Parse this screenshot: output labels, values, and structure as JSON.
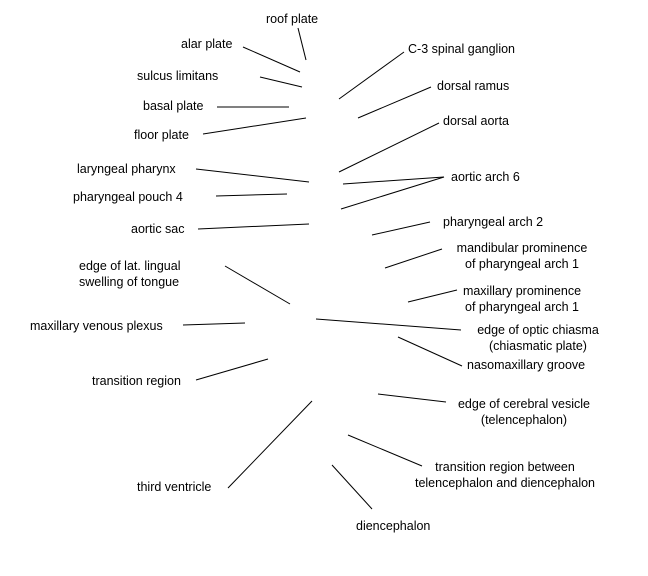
{
  "labels": {
    "roof_plate": "roof plate",
    "alar_plate": "alar plate",
    "sulcus_limitans": "sulcus limitans",
    "basal_plate": "basal plate",
    "floor_plate": "floor plate",
    "laryngeal_pharynx": "laryngeal pharynx",
    "pharyngeal_pouch_4": "pharyngeal pouch 4",
    "aortic_sac": "aortic sac",
    "lingual_swelling_1": "edge of lat. lingual",
    "lingual_swelling_2": "swelling of tongue",
    "maxillary_venous_plexus": "maxillary venous plexus",
    "transition_region": "transition region",
    "third_ventricle": "third ventricle",
    "c3_spinal_ganglion": "C-3 spinal ganglion",
    "dorsal_ramus": "dorsal ramus",
    "dorsal_aorta": "dorsal aorta",
    "aortic_arch_6": "aortic arch 6",
    "pharyngeal_arch_2": "pharyngeal arch 2",
    "mandibular_1": "mandibular prominence",
    "mandibular_2": "of pharyngeal arch 1",
    "maxillary_1": "maxillary prominence",
    "maxillary_2": "of pharyngeal arch 1",
    "optic_chiasma_1": "edge of optic chiasma",
    "optic_chiasma_2": "(chiasmatic plate)",
    "nasomaxillary_groove": "nasomaxillary groove",
    "cerebral_vesicle_1": "edge of cerebral vesicle",
    "cerebral_vesicle_2": "(telencephalon)",
    "transition_tel_di_1": "transition region between",
    "transition_tel_di_2": "telencephalon and diencephalon",
    "diencephalon": "diencephalon"
  }
}
